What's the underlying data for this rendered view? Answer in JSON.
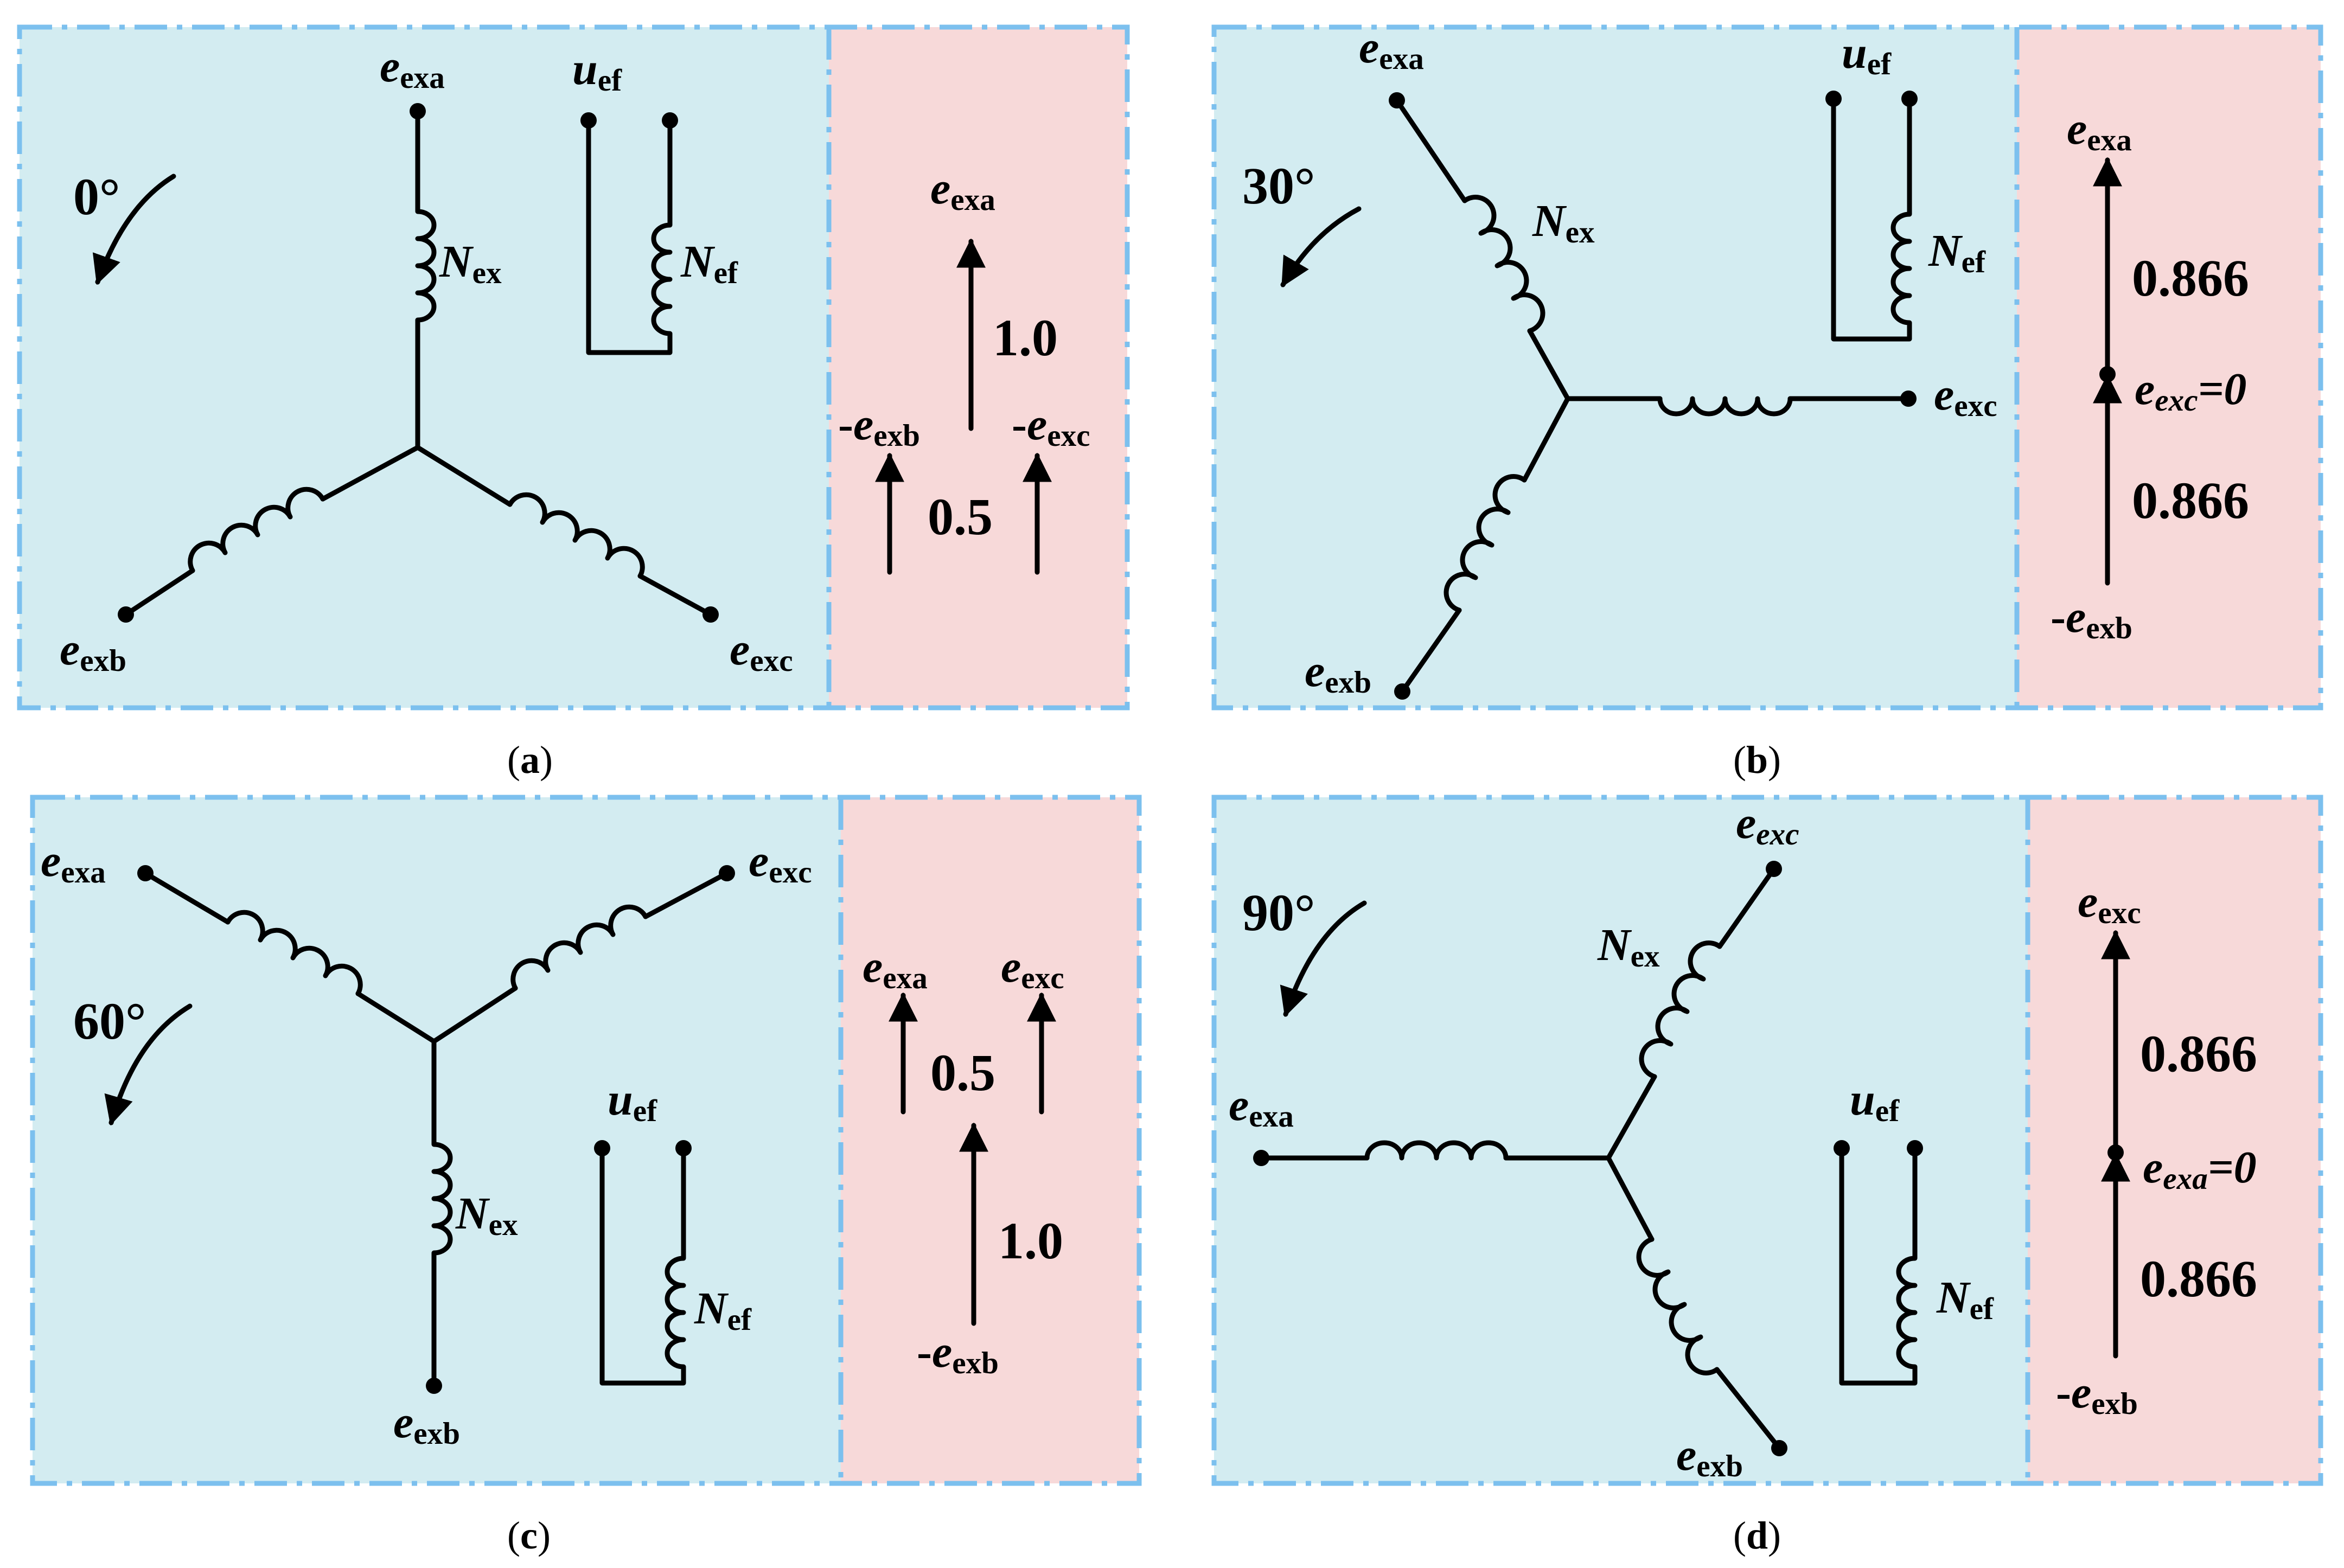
{
  "panels": {
    "a": {
      "caption": "a",
      "angle": "0°",
      "terminal_a": {
        "base": "e",
        "sub": "exa"
      },
      "terminal_b": {
        "base": "e",
        "sub": "exb"
      },
      "terminal_c": {
        "base": "e",
        "sub": "exc"
      },
      "winding_ex": {
        "base": "N",
        "sub": "ex"
      },
      "winding_ef": {
        "base": "N",
        "sub": "ef"
      },
      "field_voltage": {
        "base": "u",
        "sub": "ef"
      },
      "phasor_main": {
        "base": "e",
        "sub": "exa"
      },
      "phasor_neg_b": {
        "prefix": "-",
        "base": "e",
        "sub": "exb"
      },
      "phasor_neg_c": {
        "prefix": "-",
        "base": "e",
        "sub": "exc"
      },
      "value_main": "1.0",
      "value_small": "0.5"
    },
    "b": {
      "caption": "b",
      "angle": "30°",
      "terminal_a": {
        "base": "e",
        "sub": "exa"
      },
      "terminal_b": {
        "base": "e",
        "sub": "exb"
      },
      "terminal_c": {
        "base": "e",
        "sub": "exc"
      },
      "winding_ex": {
        "base": "N",
        "sub": "ex"
      },
      "winding_ef": {
        "base": "N",
        "sub": "ef"
      },
      "field_voltage": {
        "base": "u",
        "sub": "ef"
      },
      "phasor_top": {
        "base": "e",
        "sub": "exa"
      },
      "phasor_mid": {
        "base": "e",
        "sub": "exc",
        "suffix": "=0"
      },
      "phasor_bottom": {
        "prefix": "-",
        "base": "e",
        "sub": "exb"
      },
      "value_upper": "0.866",
      "value_lower": "0.866"
    },
    "c": {
      "caption": "c",
      "angle": "60°",
      "terminal_a": {
        "base": "e",
        "sub": "exa"
      },
      "terminal_b": {
        "base": "e",
        "sub": "exb"
      },
      "terminal_c": {
        "base": "e",
        "sub": "exc"
      },
      "winding_ex": {
        "base": "N",
        "sub": "ex"
      },
      "winding_ef": {
        "base": "N",
        "sub": "ef"
      },
      "field_voltage": {
        "base": "u",
        "sub": "ef"
      },
      "phasor_a": {
        "base": "e",
        "sub": "exa"
      },
      "phasor_c": {
        "base": "e",
        "sub": "exc"
      },
      "phasor_neg_b": {
        "prefix": "-",
        "base": "e",
        "sub": "exb"
      },
      "value_small": "0.5",
      "value_main": "1.0"
    },
    "d": {
      "caption": "d",
      "angle": "90°",
      "terminal_a": {
        "base": "e",
        "sub": "exa"
      },
      "terminal_b": {
        "base": "e",
        "sub": "exb"
      },
      "terminal_c": {
        "base": "e",
        "sub": "exc"
      },
      "winding_ex": {
        "base": "N",
        "sub": "ex"
      },
      "winding_ef": {
        "base": "N",
        "sub": "ef"
      },
      "field_voltage": {
        "base": "u",
        "sub": "ef"
      },
      "phasor_top": {
        "base": "e",
        "sub": "exc"
      },
      "phasor_mid": {
        "base": "e",
        "sub": "exa",
        "suffix": "=0"
      },
      "phasor_bottom": {
        "prefix": "-",
        "base": "e",
        "sub": "exb"
      },
      "value_upper": "0.866",
      "value_lower": "0.866"
    }
  }
}
